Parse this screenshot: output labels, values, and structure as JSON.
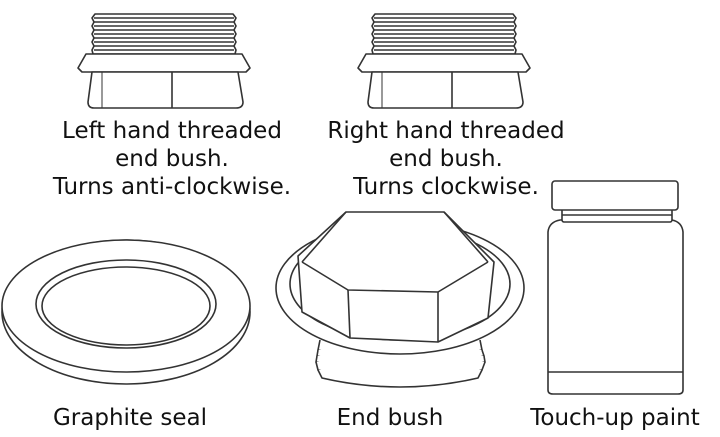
{
  "items": {
    "left_bush": {
      "lines": [
        "Left hand threaded",
        "end bush.",
        "Turns anti-clockwise."
      ]
    },
    "right_bush": {
      "lines": [
        "Right hand threaded",
        "end bush.",
        "Turns clockwise."
      ]
    },
    "seal": {
      "label": "Graphite seal"
    },
    "bush": {
      "label": "End bush"
    },
    "paint": {
      "label": "Touch-up paint"
    }
  },
  "colors": {
    "stroke": "#333333",
    "text": "#111111"
  }
}
